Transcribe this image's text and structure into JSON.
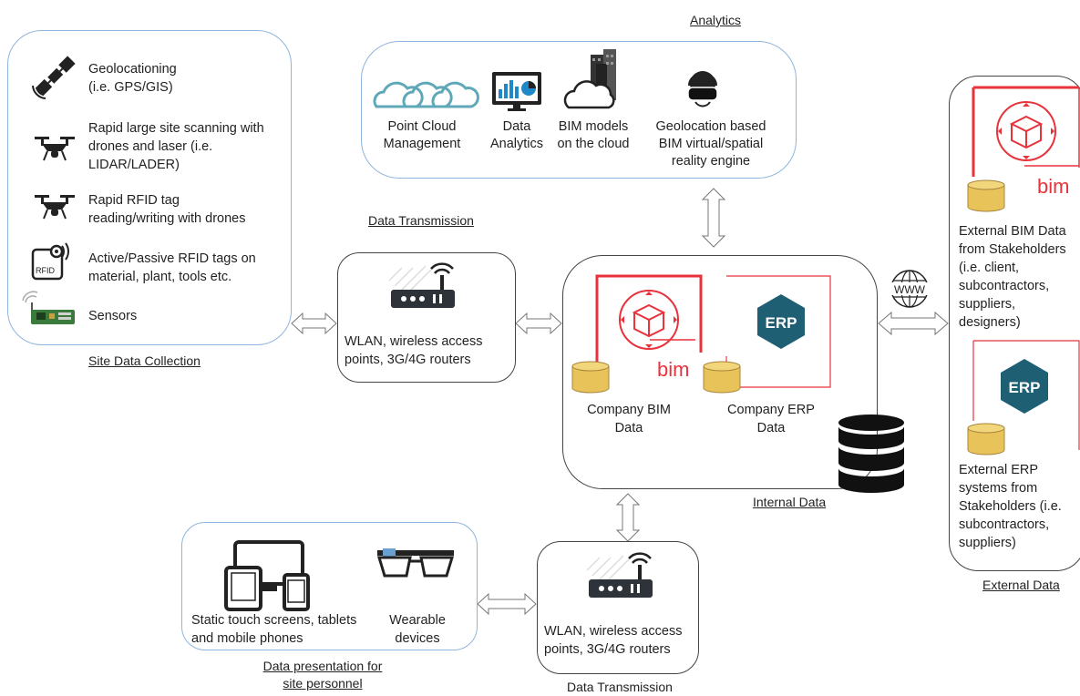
{
  "analytics": {
    "heading": "Analytics",
    "items": [
      {
        "label_1": "Point Cloud",
        "label_2": "Management",
        "icon": "clouds-icon"
      },
      {
        "label_1": "Data",
        "label_2": "Analytics",
        "icon": "analytics-dashboard-icon"
      },
      {
        "label_1": "BIM models",
        "label_2": "on the cloud",
        "icon": "cloud-buildings-icon"
      },
      {
        "label_1": "Geolocation based",
        "label_2": "BIM virtual/spatial",
        "label_3": "reality engine",
        "icon": "vr-headset-icon"
      }
    ]
  },
  "site_collection": {
    "heading": "Site Data Collection",
    "items": [
      {
        "label_1": "Geolocationing",
        "label_2": "(i.e. GPS/GIS)",
        "icon": "satellite-icon"
      },
      {
        "label_1": "Rapid large site scanning with",
        "label_2": "drones and laser (i.e.",
        "label_3": "LIDAR/LADER)",
        "icon": "drone-icon"
      },
      {
        "label_1": "Rapid RFID tag",
        "label_2": "reading/writing with drones",
        "icon": "drone-icon"
      },
      {
        "label_1": "Active/Passive RFID tags on",
        "label_2": "material, plant, tools etc.",
        "icon": "rfid-tag-icon"
      },
      {
        "label_1": "Sensors",
        "icon": "sensor-board-icon"
      }
    ]
  },
  "transmission_top": {
    "heading": "Data Transmission",
    "label_1": "WLAN, wireless access",
    "label_2": "points, 3G/4G routers"
  },
  "transmission_bottom": {
    "heading": "Data Transmission",
    "label_1": "WLAN, wireless access",
    "label_2": "points, 3G/4G routers"
  },
  "internal": {
    "heading": "Internal Data",
    "bim_logo_text": "bim",
    "erp_logo_text": "ERP",
    "bim_label_1": "Company BIM",
    "bim_label_2": "Data",
    "erp_label_1": "Company ERP",
    "erp_label_2": "Data"
  },
  "external": {
    "heading": "External Data",
    "www_text": "WWW",
    "bim_logo_text": "bim",
    "erp_logo_text": "ERP",
    "bim_lines": [
      "External BIM Data",
      "from Stakeholders",
      "(i.e. client,",
      "subcontractors,",
      "suppliers,",
      "designers)"
    ],
    "erp_lines": [
      "External ERP",
      "systems from",
      "Stakeholders (i.e.",
      "subcontractors,",
      "suppliers)"
    ]
  },
  "presentation": {
    "heading_1": "Data presentation for",
    "heading_2": "site personnel",
    "devices_label_1": "Static touch screens, tablets",
    "devices_label_2": "and mobile phones",
    "wearable_label_1": "Wearable",
    "wearable_label_2": "devices"
  },
  "colors": {
    "bim_red": "#e8323c",
    "erp_teal": "#1e5f74",
    "box_blue": "#8fb4dd",
    "cloud_teal": "#5fa8b8",
    "cylinder_gold": "#e8c35a"
  }
}
